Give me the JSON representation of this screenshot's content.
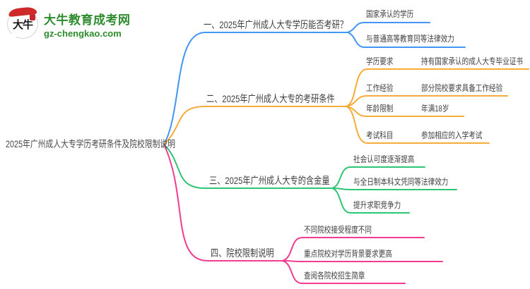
{
  "site": {
    "logo_text": "大牛",
    "name": "大牛教育成考网",
    "domain": "gz-chengkao.com"
  },
  "colors": {
    "branch1_blue": "#4296f5",
    "branch2_orange": "#f7ab38",
    "branch3_green": "#2ec573",
    "branch4_pink": "#f23c8f",
    "logo_green": "#2e8b2e",
    "logo_red": "#cf2a2a"
  },
  "root": {
    "label": "2025年广州成人大专学历考研条件及院校限制说明"
  },
  "branches": [
    {
      "label": "一、2025年广州成人大专学历能否考研？",
      "color": "#4296f5",
      "children": [
        {
          "label": "国家承认的学历"
        },
        {
          "label": "与普通高等教育同等法律效力"
        }
      ]
    },
    {
      "label": "二、2025年广州成人大专的考研条件",
      "color": "#f7ab38",
      "children": [
        {
          "label": "学历要求",
          "value": "持有国家承认的成人大专毕业证书"
        },
        {
          "label": "工作经验",
          "value": "部分院校要求具备工作经验"
        },
        {
          "label": "年龄限制",
          "value": "年满18岁"
        },
        {
          "label": "考试科目",
          "value": "参加相应的入学考试"
        }
      ]
    },
    {
      "label": "三、2025年广州成人大专的含金量",
      "color": "#2ec573",
      "children": [
        {
          "label": "社会认可度逐渐提高"
        },
        {
          "label": "与全日制本科文凭同等法律效力"
        },
        {
          "label": "提升求职竞争力"
        }
      ]
    },
    {
      "label": "四、院校限制说明",
      "color": "#f23c8f",
      "children": [
        {
          "label": "不同院校接受程度不同"
        },
        {
          "label": "重点院校对学历背景要求更高"
        },
        {
          "label": "查阅各院校招生简章"
        }
      ]
    }
  ]
}
